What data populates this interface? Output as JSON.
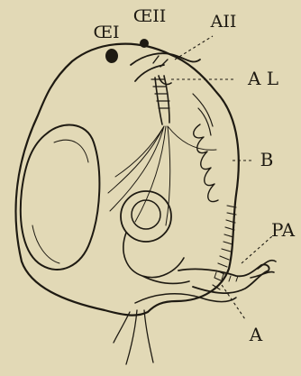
{
  "figure": {
    "background": "#e2d9b6",
    "ink": "#1e1a12",
    "labels": {
      "oe1": "ŒI",
      "oe2": "ŒII",
      "a2": "AII",
      "al": "A L",
      "b": "B",
      "pa": "PA",
      "a": "A"
    }
  }
}
